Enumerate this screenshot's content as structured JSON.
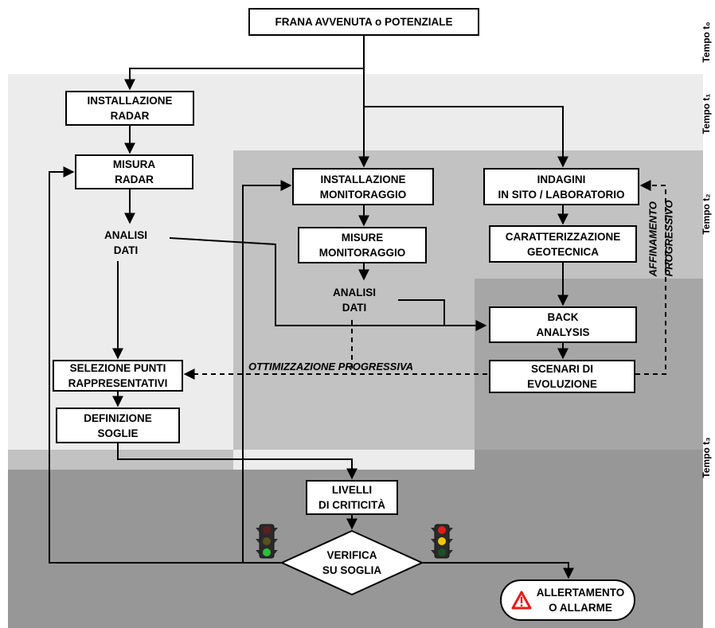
{
  "nodes": {
    "frana": [
      "FRANA AVVENUTA o POTENZIALE"
    ],
    "installazione_radar": [
      "INSTALLAZIONE",
      "RADAR"
    ],
    "misura_radar": [
      "MISURA",
      "RADAR"
    ],
    "analisi_dati_radar": [
      "ANALISI",
      "DATI"
    ],
    "installazione_monitoraggio": [
      "INSTALLAZIONE",
      "MONITORAGGIO"
    ],
    "misure_monitoraggio": [
      "MISURE",
      "MONITORAGGIO"
    ],
    "analisi_dati_monitoraggio": [
      "ANALISI",
      "DATI"
    ],
    "indagini": [
      "INDAGINI",
      "IN SITO / LABORATORIO"
    ],
    "caratterizzazione": [
      "CARATTERIZZAZIONE",
      "GEOTECNICA"
    ],
    "back_analysis": [
      "BACK",
      "ANALYSIS"
    ],
    "scenari": [
      "SCENARI DI",
      "EVOLUZIONE"
    ],
    "selezione": [
      "SELEZIONE PUNTI",
      "RAPPRESENTATIVI"
    ],
    "definizione": [
      "DEFINIZIONE",
      "SOGLIE"
    ],
    "livelli": [
      "LIVELLI",
      "DI CRITICITÀ"
    ],
    "verifica": [
      "VERIFICA",
      "SU SOGLIA"
    ],
    "allertamento": [
      "ALLERTAMENTO",
      "O ALLARME"
    ]
  },
  "labels": {
    "ottimizzazione": "OTTIMIZZAZIONE  PROGRESSIVA",
    "affinamento_1": "AFFINAMENTO",
    "affinamento_2": "PROGRESSIVO"
  },
  "phases": [
    "Tempo t₀",
    "Tempo t₁",
    "Tempo t₂",
    "Tempo t₃"
  ],
  "icons": {
    "traffic_light_left": "traffic-light-green-icon",
    "traffic_light_right": "traffic-light-red-yellow-icon",
    "warning": "warning-triangle-icon"
  },
  "colors": {
    "band1": "#eeeeee",
    "band2": "#c0c0c0",
    "band3": "#a2a2a2",
    "band4": "#979797",
    "warning_red": "#e31b1b",
    "light_red": "#e21b1b",
    "light_yellow": "#f2c700",
    "light_green": "#2fbf3a"
  }
}
